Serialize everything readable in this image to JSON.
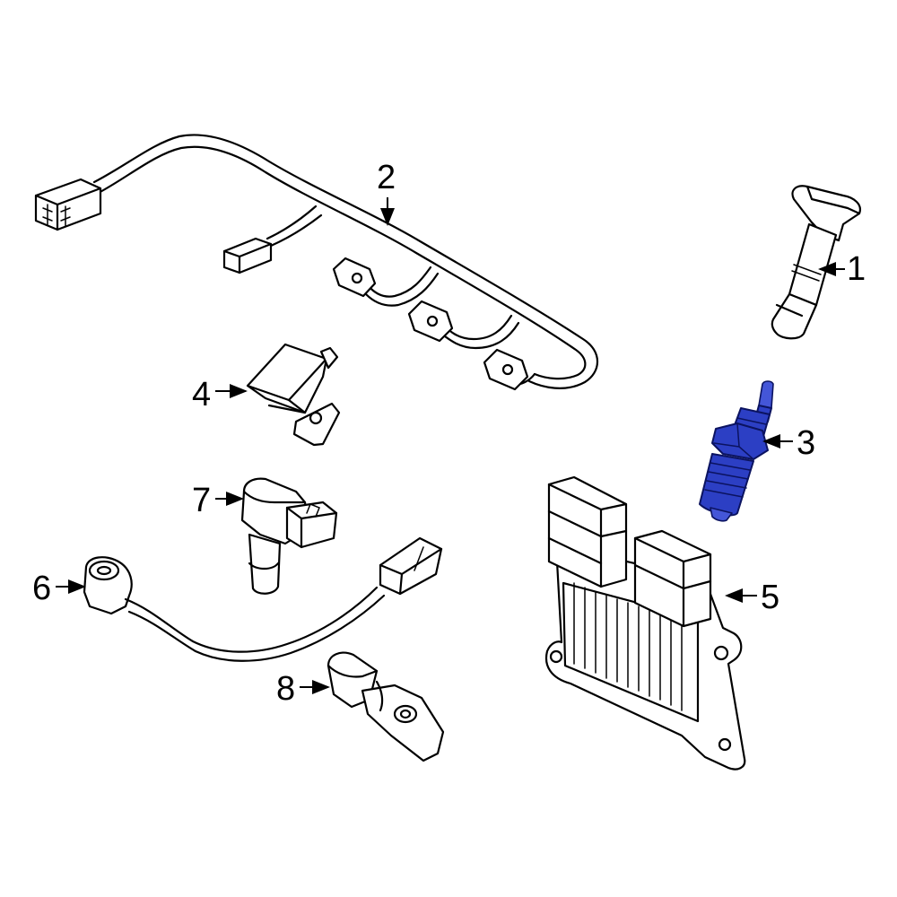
{
  "callouts": [
    {
      "number": "1",
      "part": "ignition-coil"
    },
    {
      "number": "2",
      "part": "wiring-harness"
    },
    {
      "number": "3",
      "part": "spark-plug"
    },
    {
      "number": "4",
      "part": "ignition-module"
    },
    {
      "number": "5",
      "part": "engine-control-module"
    },
    {
      "number": "6",
      "part": "knock-sensor"
    },
    {
      "number": "7",
      "part": "camshaft-position-sensor"
    },
    {
      "number": "8",
      "part": "crankshaft-position-sensor"
    }
  ],
  "colors": {
    "highlight_part": "#2c3fc4",
    "line": "#000000",
    "background": "#ffffff"
  }
}
